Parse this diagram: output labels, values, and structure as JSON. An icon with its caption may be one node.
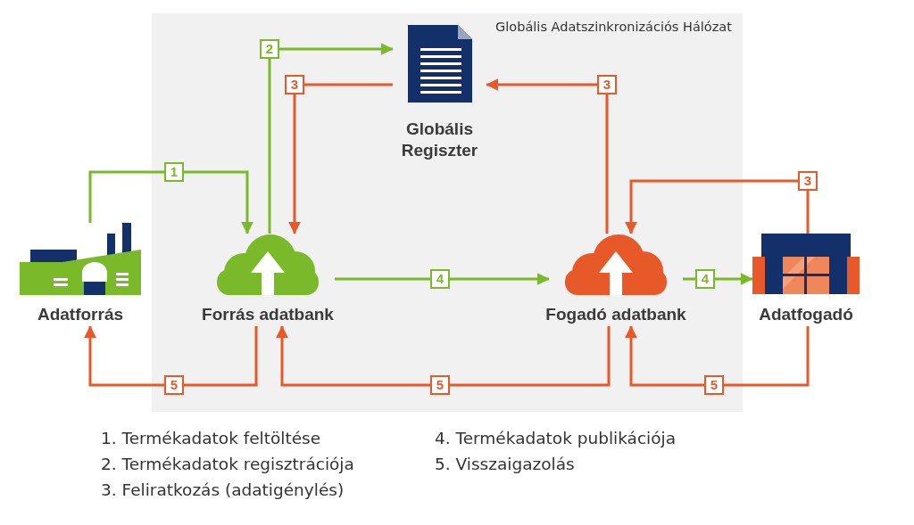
{
  "diagram": {
    "nodes": [
      {
        "text": [
          "Globális Adatszinkronizációs Hálózat"
        ]
      },
      {
        "text": [
          "Adatforrás"
        ]
      },
      {
        "text": [
          "Forrás adatbank"
        ],
        "in": 0
      },
      {
        "text": [
          "Globális Regiszter"
        ],
        "in": 0
      },
      {
        "text": [
          "Fogadó adatbank"
        ],
        "in": 0
      },
      {
        "text": [
          "Adatfogadó"
        ]
      }
    ],
    "edges": [
      {
        "from": 1,
        "to": 2,
        "arrow": "to",
        "label": "1",
        "color": "#7ab929"
      },
      {
        "from": 2,
        "to": 3,
        "arrow": "to",
        "label": "2",
        "color": "#7ab929"
      },
      {
        "from": 3,
        "to": 2,
        "arrow": "to",
        "label": "3"
      },
      {
        "from": 4,
        "to": 3,
        "arrow": "to",
        "label": "3"
      },
      {
        "from": 5,
        "to": 4,
        "arrow": "to",
        "label": "3"
      },
      {
        "from": 2,
        "to": 4,
        "arrow": "to",
        "label": "4",
        "color": "#7ab929"
      },
      {
        "from": 4,
        "to": 5,
        "arrow": "to",
        "label": "4",
        "color": "#7ab929"
      },
      {
        "from": 2,
        "to": 1,
        "arrow": "to",
        "label": "5"
      },
      {
        "from": 4,
        "to": 2,
        "arrow": "to",
        "label": "5"
      },
      {
        "from": 5,
        "to": 4,
        "arrow": "to",
        "label": "5"
      }
    ],
    "labels": [
      "1. Termékadatok feltöltése",
      "4. Termékadatok publikációja",
      "2. Termékadatok regisztrációja",
      "5. Visszaigazolás",
      "3. Feliratkozás (adatigénylés)"
    ]
  }
}
